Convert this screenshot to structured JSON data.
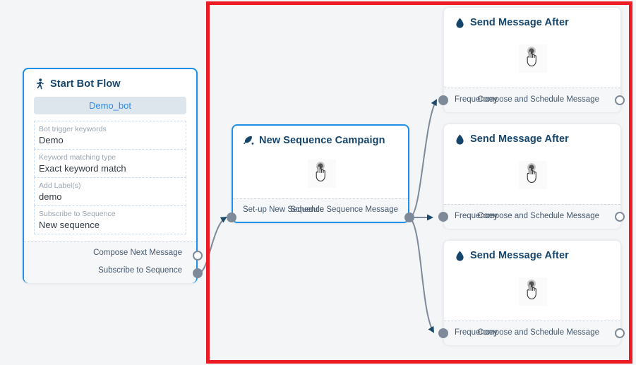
{
  "canvas": {
    "background": "#f4f5f7",
    "highlight_color": "#ed1c24"
  },
  "nodes": {
    "start_bot_flow": {
      "title": "Start Bot Flow",
      "icon": "running-person-icon",
      "bot_pill": "Demo_bot",
      "fields": [
        {
          "label": "Bot trigger keywords",
          "value": "Demo"
        },
        {
          "label": "Keyword matching type",
          "value": "Exact keyword match"
        },
        {
          "label": "Add Label(s)",
          "value": "demo"
        },
        {
          "label": "Subscribe to Sequence",
          "value": "New sequence"
        }
      ],
      "outputs": [
        {
          "label": "Compose Next Message",
          "state": "hollow"
        },
        {
          "label": "Subscribe to Sequence",
          "state": "filled"
        }
      ]
    },
    "new_sequence_campaign": {
      "title": "New Sequence Campaign",
      "icon": "megaphone-icon",
      "cursor": "hand-pointer-cursor",
      "input_label": "Set-up New Sequence",
      "output_label": "Schedule Sequence Message"
    },
    "send_message_after": [
      {
        "title": "Send Message After",
        "icon": "water-drop-icon",
        "cursor": "hand-pointer-cursor",
        "input_label": "Frequencey",
        "output_label": "Compose and Schedule Message"
      },
      {
        "title": "Send Message After",
        "icon": "water-drop-icon",
        "cursor": "hand-pointer-cursor",
        "input_label": "Frequencey",
        "output_label": "Compose and Schedule Message"
      },
      {
        "title": "Send Message After",
        "icon": "water-drop-icon",
        "cursor": "hand-pointer-cursor",
        "input_label": "Frequencey",
        "output_label": "Compose and Schedule Message"
      }
    ]
  }
}
